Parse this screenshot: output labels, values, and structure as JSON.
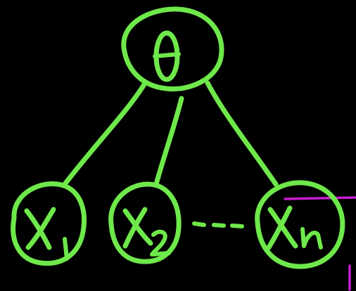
{
  "canvas": {
    "background": "#000000"
  },
  "colors": {
    "ink": "#6ee84a",
    "ink_dark": "#2f7f1f",
    "edge_highlight": "#c61fd0"
  },
  "nodes": {
    "theta": {
      "label": "θ"
    },
    "x1": {
      "label": "X",
      "subscript": "1"
    },
    "x2": {
      "label": "X",
      "subscript": "2"
    },
    "xn": {
      "label": "X",
      "subscript": "n"
    }
  },
  "ellipsis": "- - -",
  "edges": [
    {
      "from": "theta",
      "to": "x1"
    },
    {
      "from": "theta",
      "to": "x2"
    },
    {
      "from": "theta",
      "to": "xn"
    }
  ]
}
